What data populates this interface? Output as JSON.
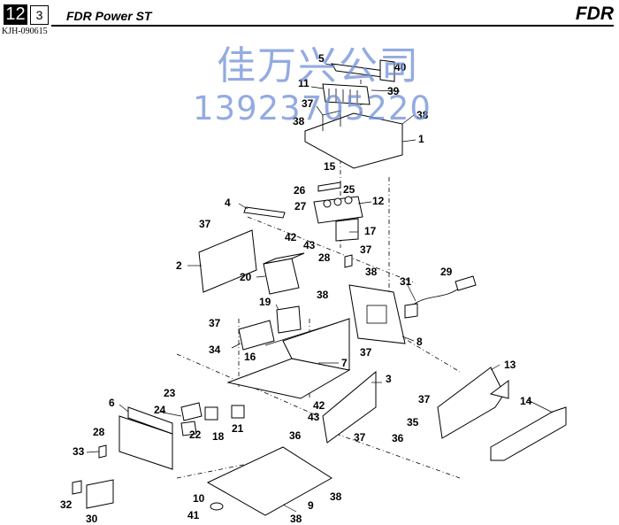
{
  "header": {
    "page_number": "12",
    "section_number": "3",
    "doc_code": "KJH-090615",
    "title": "FDR Power ST",
    "brand": "FDR"
  },
  "watermark": {
    "line1": "佳万兴公司",
    "line2": "13923705220"
  },
  "callouts": [
    "5",
    "40",
    "11",
    "39",
    "37",
    "38",
    "38",
    "1",
    "15",
    "26",
    "25",
    "27",
    "12",
    "4",
    "37",
    "42",
    "43",
    "17",
    "37",
    "28",
    "2",
    "20",
    "38",
    "29",
    "31",
    "19",
    "38",
    "37",
    "8",
    "34",
    "16",
    "37",
    "7",
    "3",
    "13",
    "23",
    "6",
    "24",
    "42",
    "43",
    "14",
    "22",
    "18",
    "21",
    "37",
    "28",
    "35",
    "33",
    "36",
    "37",
    "36",
    "32",
    "10",
    "38",
    "30",
    "41",
    "9",
    "38"
  ],
  "colors": {
    "watermark": "#6f8fd8",
    "line": "#000000"
  }
}
